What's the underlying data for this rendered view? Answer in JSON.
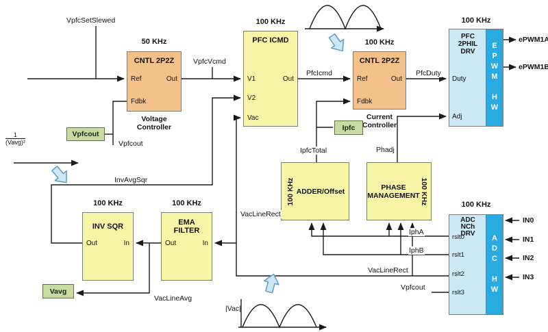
{
  "colors": {
    "orange_block": "#F4C18B",
    "yellow_block": "#F8F5A7",
    "lightblue_block": "#CEE9F6",
    "hw_blue": "#29ABE2",
    "green_badge": "#C9DAA2",
    "flow_arrow_fill": "#CFE6F4",
    "wire": "#1a1a1a"
  },
  "blocks": {
    "voltage_ctrl": {
      "rate": "50 KHz",
      "title": "CNTL 2P2Z",
      "port_ref": "Ref",
      "port_out": "Out",
      "port_fdbk": "Fdbk",
      "caption_line1": "Voltage",
      "caption_line2": "Controller"
    },
    "pfc_icmd": {
      "rate": "100 KHz",
      "title": "PFC ICMD",
      "port_v1": "V1",
      "port_v2": "V2",
      "port_vac": "Vac",
      "port_out": "Out"
    },
    "current_ctrl": {
      "rate": "100 KHz",
      "title": "CNTL 2P2Z",
      "port_ref": "Ref",
      "port_out": "Out",
      "port_fdbk": "Fdbk",
      "caption_line1": "Current",
      "caption_line2": "Controller"
    },
    "pwm_drv": {
      "rate": "100 KHz",
      "title_line1": "PFC",
      "title_line2": "2PHIL",
      "title_line3": "DRV",
      "port_duty": "Duty",
      "port_adj": "Adj",
      "hw_label": "EPWM HW",
      "out_a": "ePWM1A",
      "out_b": "ePWM1B"
    },
    "adder": {
      "rate": "100 KHz",
      "title": "ADDER/Offset"
    },
    "phase": {
      "rate": "100 KHz",
      "title_line1": "PHASE",
      "title_line2": "MANAGEMENT"
    },
    "inv_sqr": {
      "rate": "100 KHz",
      "title": "INV SQR",
      "port_out": "Out",
      "port_in": "In"
    },
    "ema": {
      "rate": "100 KHz",
      "title_line1": "EMA",
      "title_line2": "FILTER",
      "port_out": "Out",
      "port_in": "In"
    },
    "adc": {
      "rate": "100 KHz",
      "title_line1": "ADC",
      "title_line2": "NCh",
      "title_line3": "DRV",
      "ports": [
        "rslt0",
        "rslt1",
        "rslt2",
        "rslt3"
      ],
      "hw_label": "ADC HW",
      "inputs": [
        "IN0",
        "IN1",
        "IN2",
        "IN3"
      ]
    }
  },
  "badges": {
    "vpfcout": "Vpfcout",
    "ipfc": "Ipfc",
    "vavg": "Vavg"
  },
  "signals": {
    "vpfcsetslewed": "VpfcSetSlewed",
    "vpfcvcmd": "VpfcVcmd",
    "vpfcout_fdbk": "Vpfcout",
    "pfcicmd": "PfcIcmd",
    "pfcduty": "PfcDuty",
    "ipfctotal": "IpfcTotal",
    "phadj": "Phadj",
    "invavgsqr": "InvAvgSqr",
    "vaclinerect_mid": "VacLineRect",
    "vaclinerect_adc": "VacLineRect",
    "vaclineavg": "VacLineAvg",
    "vpfcout_adc": "Vpfcout",
    "ipha": "IphA",
    "iphb": "IphB",
    "vac_abs": "|Vac|",
    "formula_numerator": "1",
    "formula_denominator": "(Vavg)²"
  }
}
